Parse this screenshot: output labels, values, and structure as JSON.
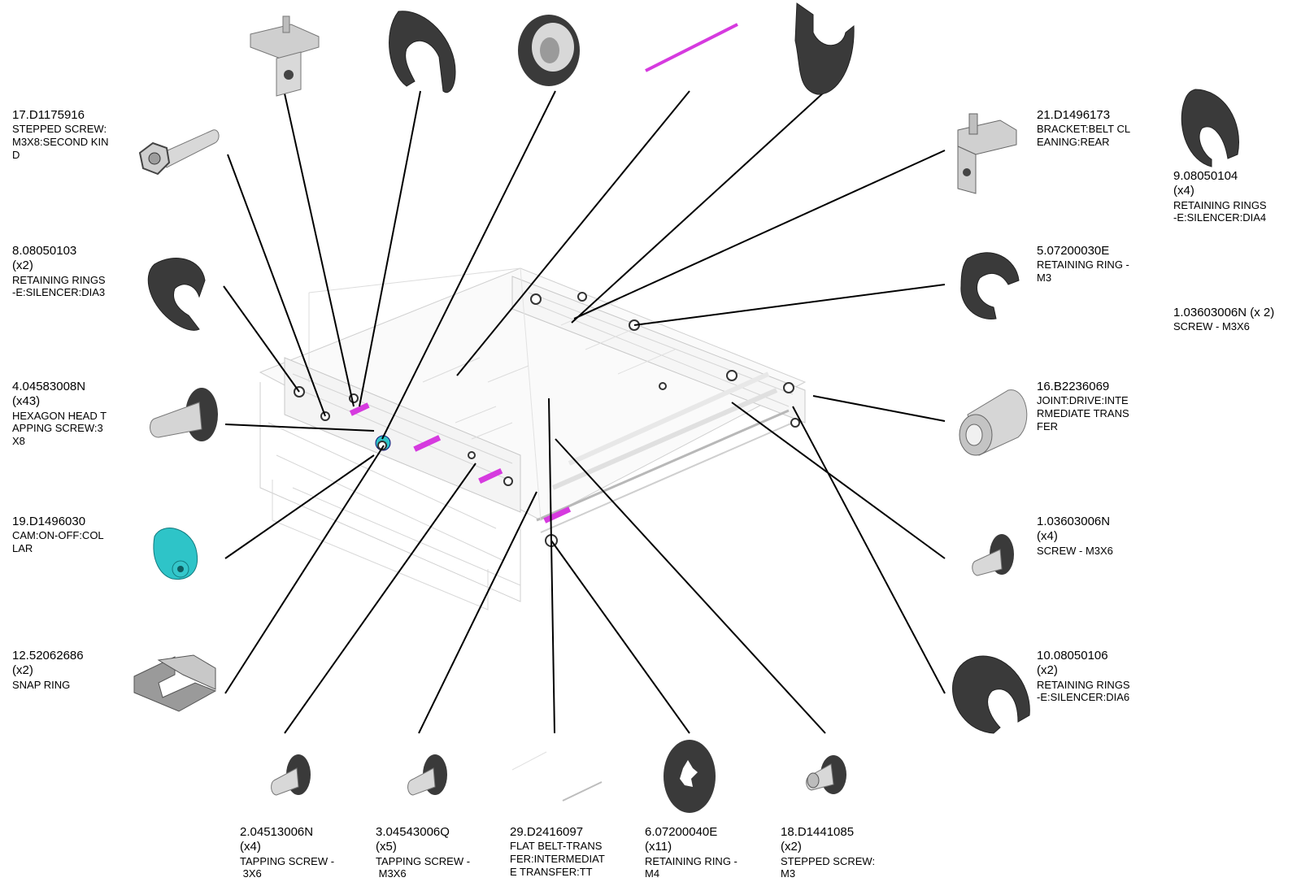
{
  "colors": {
    "leader": "#000000",
    "part_fill": "#3a3a3a",
    "part_light": "#d8d8d8",
    "highlight_magenta": "#d63adf",
    "highlight_cyan": "#2ec4c8",
    "frame_line": "#bfbfbf"
  },
  "callouts": [
    {
      "id": "c17",
      "part": "17.D1175916",
      "qty": "",
      "desc": "STEPPED SCREW:\nM3X8:SECOND KIN\nD",
      "icon": "stepped-screw-icon"
    },
    {
      "id": "c8",
      "part": "8.08050103",
      "qty": "(x2)",
      "desc": "RETAINING RINGS\n-E:SILENCER:DIA3",
      "icon": "retaining-ring-icon"
    },
    {
      "id": "c4",
      "part": "4.04583008N",
      "qty": "(x43)",
      "desc": "HEXAGON HEAD T\nAPPING SCREW:3\nX8",
      "icon": "hex-screw-icon"
    },
    {
      "id": "c19",
      "part": "19.D1496030",
      "qty": "",
      "desc": "CAM:ON-OFF:COL\nLAR",
      "icon": "cam-collar-icon"
    },
    {
      "id": "c12",
      "part": "12.52062686",
      "qty": "(x2)",
      "desc": "SNAP RING",
      "icon": "snap-ring-icon"
    },
    {
      "id": "c21",
      "part": "21.D1496173",
      "qty": "",
      "desc": "BRACKET:BELT CL\nEANING:REAR",
      "icon": "bracket-icon"
    },
    {
      "id": "c9",
      "part": "9.08050104",
      "qty": "(x4)",
      "desc": "RETAINING RINGS\n-E:SILENCER:DIA4",
      "icon": "retaining-ring-icon"
    },
    {
      "id": "c5",
      "part": "5.07200030E",
      "qty": "",
      "desc": "RETAINING RING -\nM3",
      "icon": "e-ring-icon"
    },
    {
      "id": "c1a",
      "part": "1.03603006N",
      "qty": "(x 2)",
      "desc": "SCREW - M3X6",
      "icon": ""
    },
    {
      "id": "c16",
      "part": "16.B2236069",
      "qty": "",
      "desc": "JOINT:DRIVE:INTE\nRMEDIATE TRANS\nFER",
      "icon": "drive-joint-icon"
    },
    {
      "id": "c1b",
      "part": "1.03603006N",
      "qty": "(x4)",
      "desc": "SCREW - M3X6",
      "icon": "screw-icon"
    },
    {
      "id": "c10",
      "part": "10.08050106",
      "qty": "(x2)",
      "desc": "RETAINING RINGS\n-E:SILENCER:DIA6",
      "icon": "retaining-ring-icon"
    },
    {
      "id": "c2",
      "part": "2.04513006N",
      "qty": "(x4)",
      "desc": "TAPPING SCREW -\n 3X6",
      "icon": "tapping-screw-icon"
    },
    {
      "id": "c3",
      "part": "3.04543006Q",
      "qty": "(x5)",
      "desc": "TAPPING SCREW -\n M3X6",
      "icon": "tapping-screw-icon"
    },
    {
      "id": "c29",
      "part": "29.D2416097",
      "qty": "",
      "desc": "FLAT BELT-TRANS\nFER:INTERMEDIAT\nE TRANSFER:TT",
      "icon": "flat-belt-icon"
    },
    {
      "id": "c6",
      "part": "6.07200040E",
      "qty": "(x11)",
      "desc": "RETAINING RING -\nM4",
      "icon": "retaining-ring-m4-icon"
    },
    {
      "id": "c18",
      "part": "18.D1441085",
      "qty": "(x2)",
      "desc": "STEPPED SCREW:\nM3",
      "icon": "stepped-screw-icon"
    }
  ],
  "unlabeled_parts_top": [
    {
      "icon": "bracket-icon"
    },
    {
      "icon": "retaining-ring-icon"
    },
    {
      "icon": "bushing-icon"
    },
    {
      "icon": "pin-icon"
    },
    {
      "icon": "retaining-ring-icon"
    }
  ]
}
